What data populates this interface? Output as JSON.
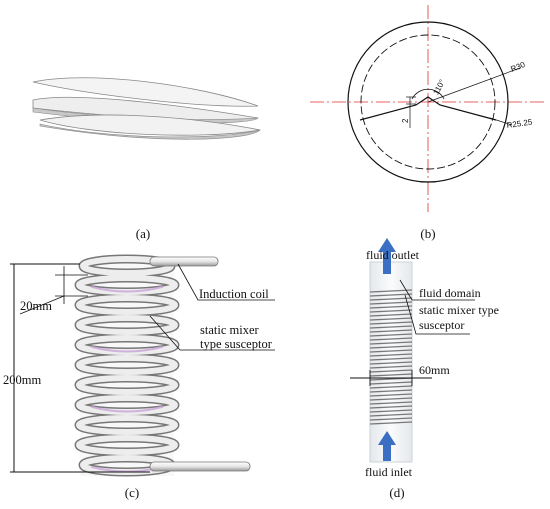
{
  "panels": {
    "a": {
      "caption": "(a)"
    },
    "b": {
      "caption": "(b)",
      "outer_radius_label": "R30",
      "inner_radius_label": "R25.25",
      "angle_label": "110°",
      "height_label": "2"
    },
    "c": {
      "caption": "(c)",
      "coil_label": "Induction coil",
      "susceptor_label_line1": "static mixer",
      "susceptor_label_line2": "type susceptor",
      "pitch_label": "20mm",
      "height_label": "200mm"
    },
    "d": {
      "caption": "(d)",
      "outlet_label": "fluid outlet",
      "domain_label": "fluid domain",
      "susceptor_label_line1": "static mixer type",
      "susceptor_label_line2": "susceptor",
      "diameter_label": "60mm",
      "inlet_label": "fluid inlet"
    }
  },
  "colors": {
    "arrow": "#3b6fc4",
    "centerline": "#e03030",
    "coil": "#d9d9d9",
    "susceptor": "#c9a3d9"
  }
}
